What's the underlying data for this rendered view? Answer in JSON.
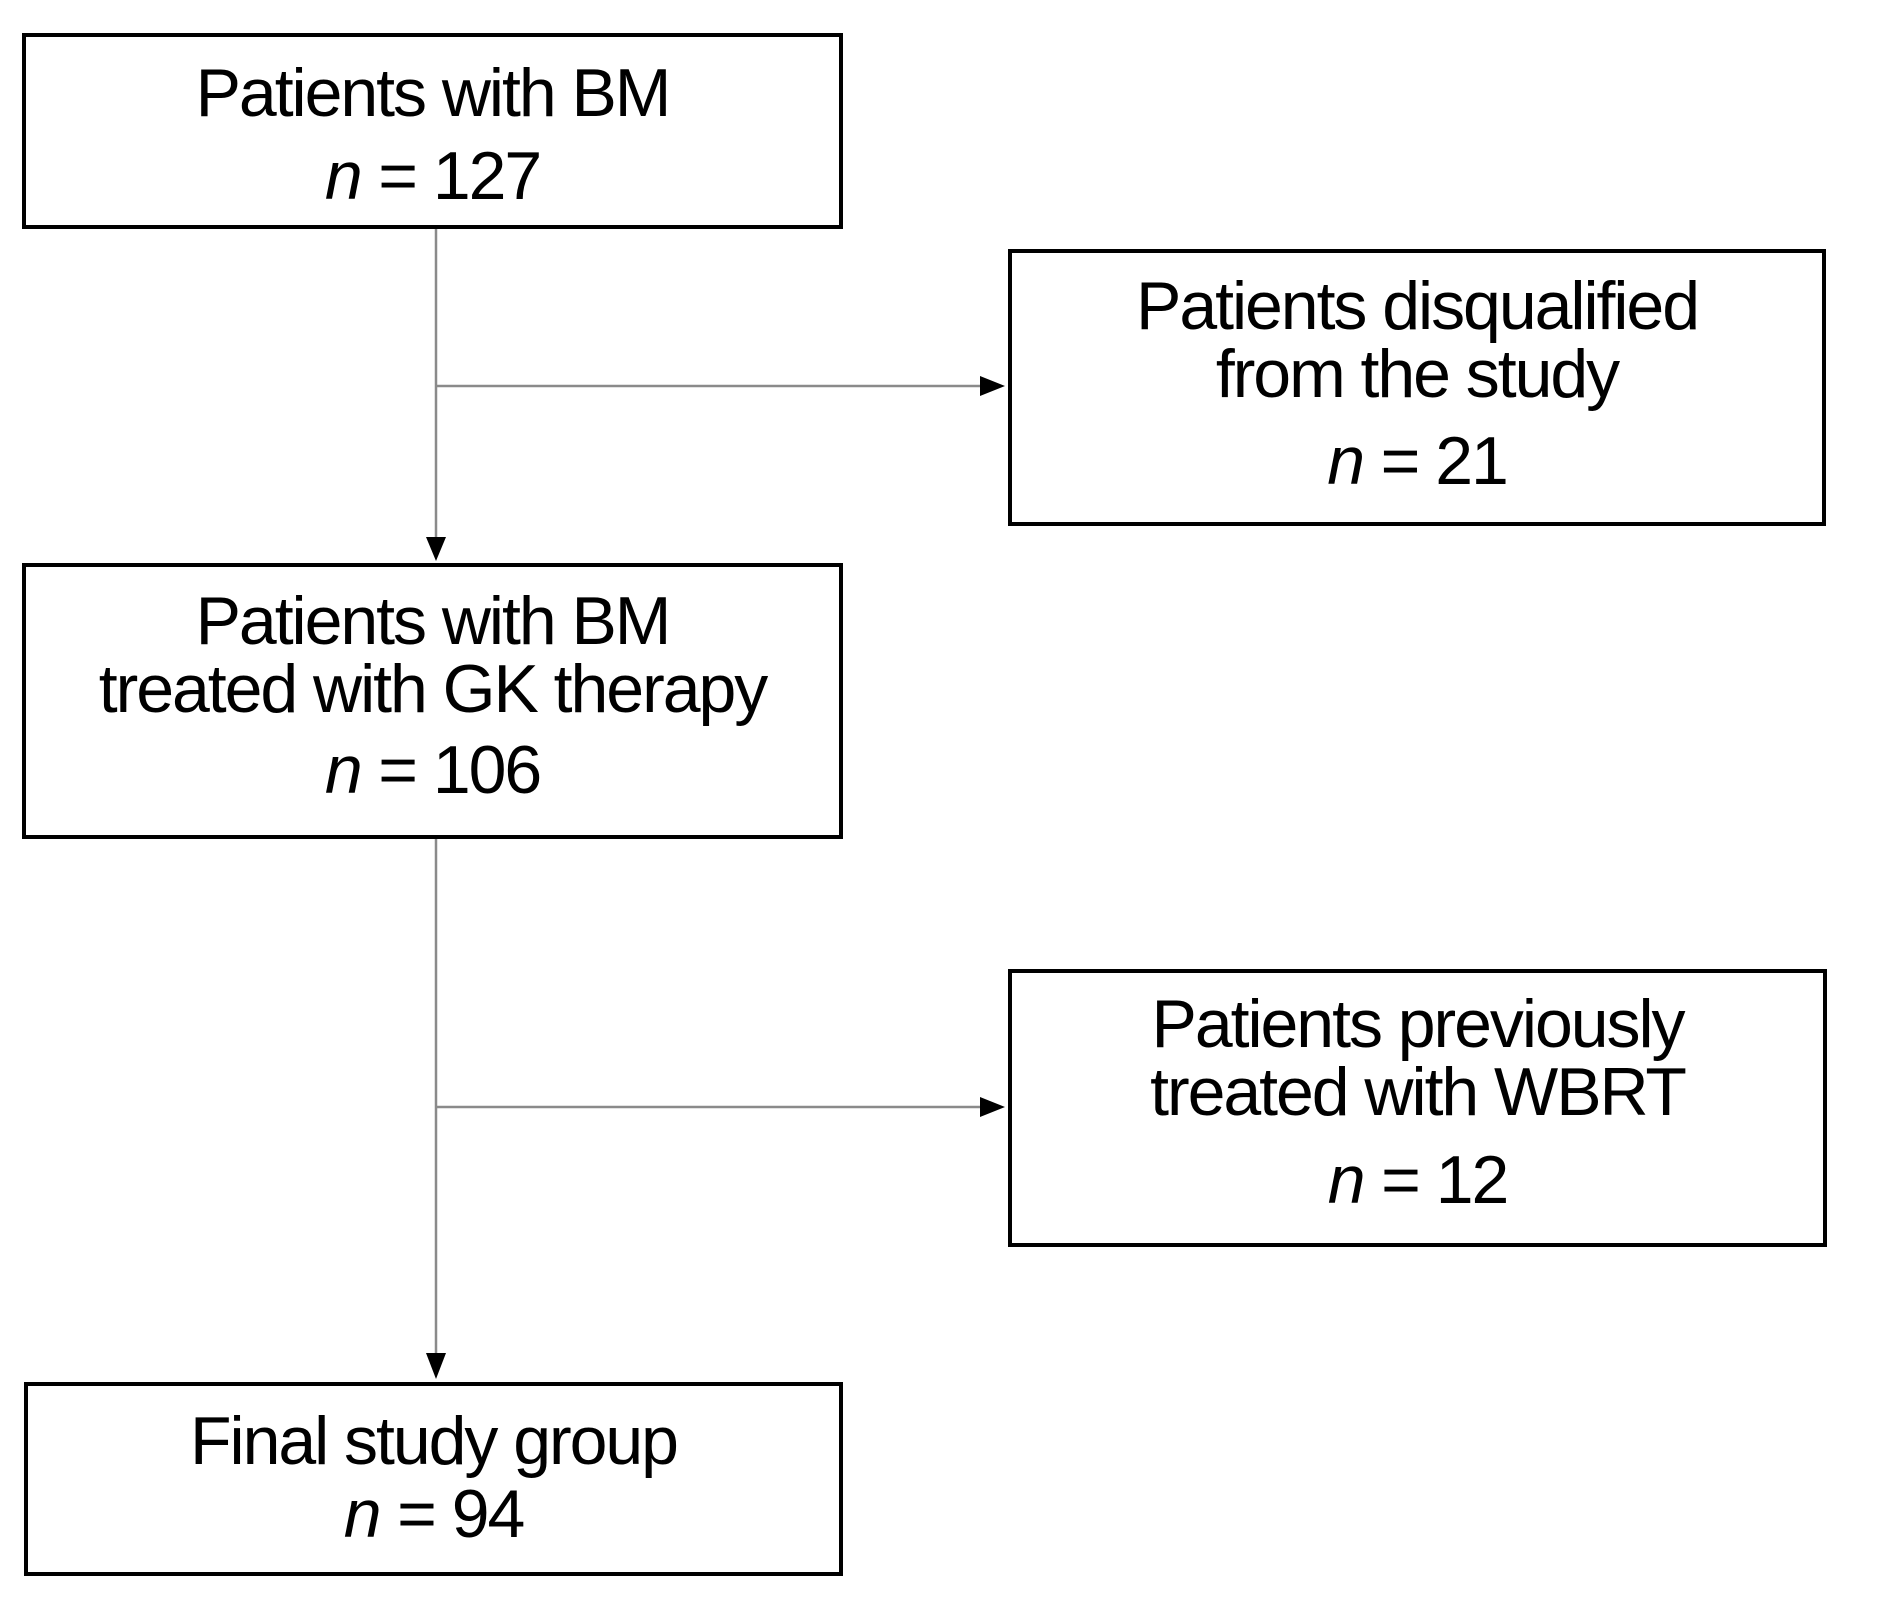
{
  "diagram": {
    "background_color": "#ffffff",
    "box_border_color": "#000000",
    "text_color": "#000000",
    "connector_line_color": "#8a8a8a",
    "arrowhead_color": "#000000",
    "boxes": {
      "top": {
        "line1": "Patients with BM",
        "n_var": "n",
        "n_rest": "= 127"
      },
      "excluded1": {
        "line1": "Patients disqualified",
        "line2": "from the study",
        "n_var": "n",
        "n_rest": "= 21"
      },
      "middle": {
        "line1": "Patients with BM",
        "line2": "treated with GK therapy",
        "n_var": "n",
        "n_rest": "= 106"
      },
      "excluded2": {
        "line1": "Patients previously",
        "line2": "treated with WBRT",
        "n_var": "n",
        "n_rest": "= 12"
      },
      "final": {
        "line1": "Final study group",
        "n_var": "n",
        "n_rest": "= 94"
      }
    },
    "connectors": [
      {
        "from": "top",
        "to": "middle",
        "direction": "down"
      },
      {
        "from": "top",
        "to": "excluded1",
        "direction": "right"
      },
      {
        "from": "middle",
        "to": "final",
        "direction": "down"
      },
      {
        "from": "middle",
        "to": "excluded2",
        "direction": "right"
      }
    ]
  }
}
